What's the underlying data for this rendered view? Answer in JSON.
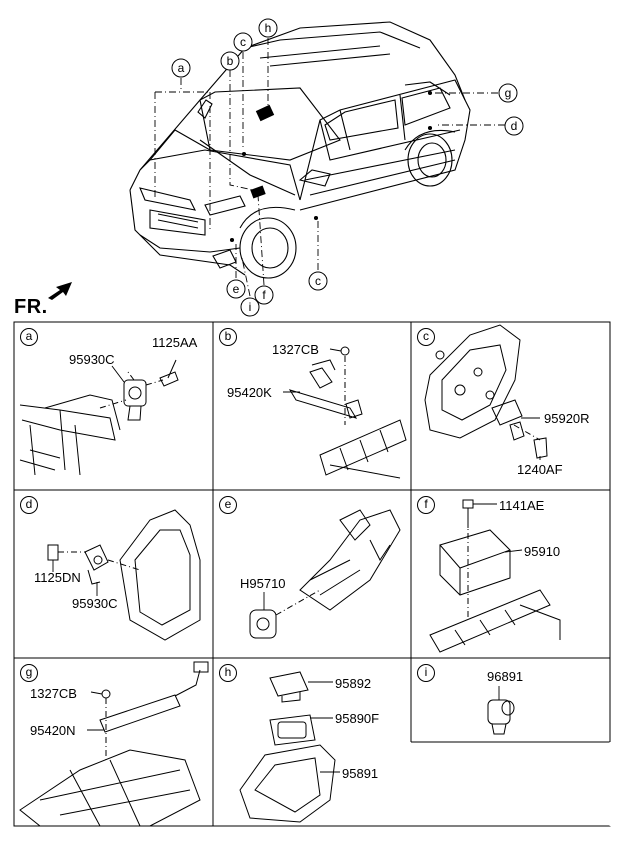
{
  "header": {
    "direction_label": "FR."
  },
  "callouts": [
    "a",
    "b",
    "c",
    "h",
    "g",
    "d",
    "c",
    "i",
    "e",
    "f"
  ],
  "panels": [
    {
      "id": "a",
      "parts": [
        "1125AA",
        "95930C"
      ]
    },
    {
      "id": "b",
      "parts": [
        "1327CB",
        "95420K"
      ]
    },
    {
      "id": "c",
      "parts": [
        "95920R",
        "1240AF"
      ]
    },
    {
      "id": "d",
      "parts": [
        "1125DN",
        "95930C"
      ]
    },
    {
      "id": "e",
      "parts": [
        "H95710"
      ]
    },
    {
      "id": "f",
      "parts": [
        "1141AE",
        "95910"
      ]
    },
    {
      "id": "g",
      "parts": [
        "1327CB",
        "95420N"
      ]
    },
    {
      "id": "h",
      "parts": [
        "95892",
        "95890F",
        "95891"
      ]
    },
    {
      "id": "i",
      "parts": [
        "96891"
      ]
    }
  ]
}
